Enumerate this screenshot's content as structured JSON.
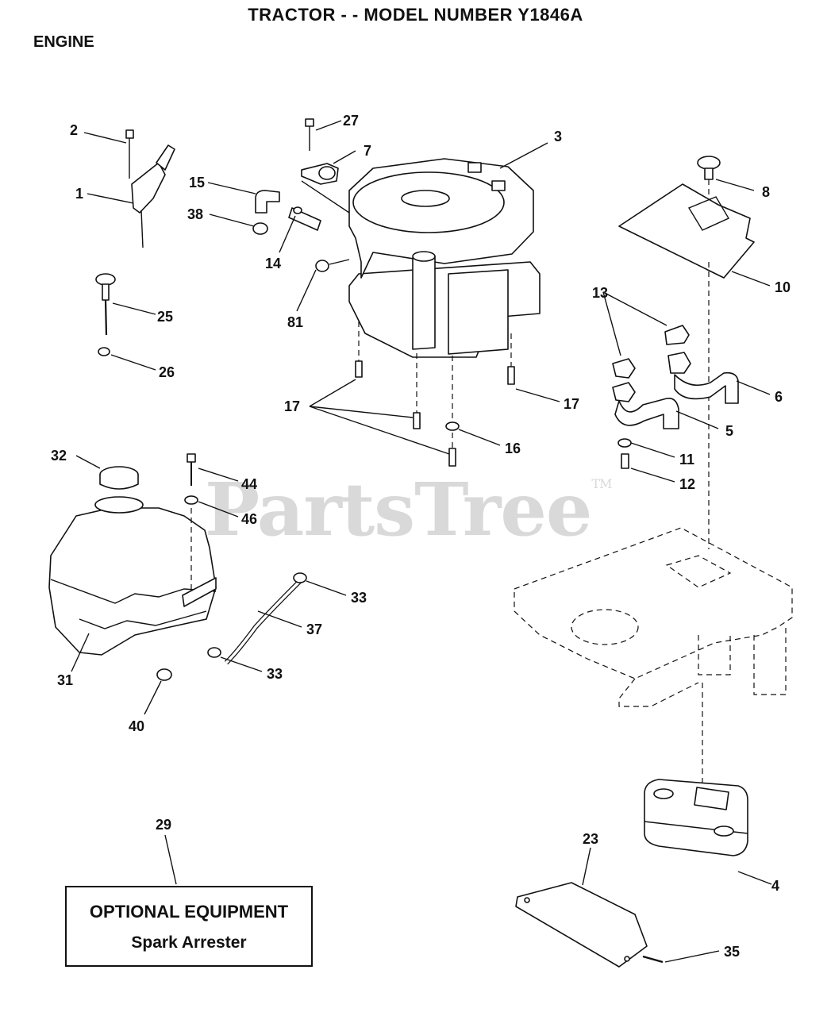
{
  "header": {
    "title": "TRACTOR - - MODEL NUMBER Y1846A",
    "section": "ENGINE"
  },
  "watermark": {
    "text": "PartsTree",
    "tm": "TM"
  },
  "optional_box": {
    "heading": "OPTIONAL EQUIPMENT",
    "item": "Spark Arrester"
  },
  "callouts": {
    "c1": "1",
    "c2": "2",
    "c3": "3",
    "c4": "4",
    "c5": "5",
    "c6": "6",
    "c7": "7",
    "c8": "8",
    "c10": "10",
    "c11": "11",
    "c12": "12",
    "c13": "13",
    "c14": "14",
    "c15": "15",
    "c16": "16",
    "c17a": "17",
    "c17b": "17",
    "c23": "23",
    "c25": "25",
    "c26": "26",
    "c27": "27",
    "c29": "29",
    "c31": "31",
    "c32": "32",
    "c33a": "33",
    "c33b": "33",
    "c35": "35",
    "c37": "37",
    "c38": "38",
    "c40": "40",
    "c44": "44",
    "c46": "46",
    "c81": "81"
  }
}
